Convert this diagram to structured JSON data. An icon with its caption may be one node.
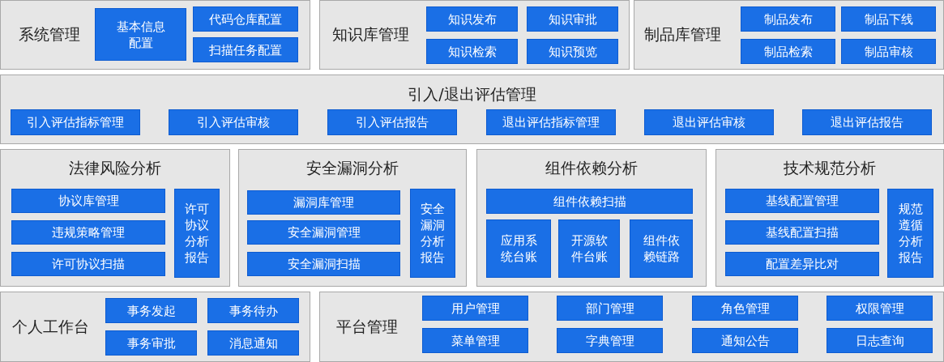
{
  "diagram": {
    "nodes": [
      {
        "text": [
          "系统管理"
        ]
      },
      {
        "text": [
          "基本信息配置"
        ],
        "in": 0
      },
      {
        "text": [
          "代码仓库配置"
        ],
        "in": 0
      },
      {
        "text": [
          "扫描任务配置"
        ],
        "in": 0
      },
      {
        "text": [
          "知识库管理"
        ]
      },
      {
        "text": [
          "知识发布"
        ],
        "in": 4
      },
      {
        "text": [
          "知识审批"
        ],
        "in": 4
      },
      {
        "text": [
          "知识检索"
        ],
        "in": 4
      },
      {
        "text": [
          "知识预览"
        ],
        "in": 4
      },
      {
        "text": [
          "制品库管理"
        ]
      },
      {
        "text": [
          "制品发布"
        ],
        "in": 9
      },
      {
        "text": [
          "制品下线"
        ],
        "in": 9
      },
      {
        "text": [
          "制品检索"
        ],
        "in": 9
      },
      {
        "text": [
          "制品审核"
        ],
        "in": 9
      },
      {
        "text": [
          "引入/退出评估管理"
        ]
      },
      {
        "text": [
          "引入评估指标管理"
        ],
        "in": 14
      },
      {
        "text": [
          "引入评估审核"
        ],
        "in": 14
      },
      {
        "text": [
          "引入评估报告"
        ],
        "in": 14
      },
      {
        "text": [
          "退出评估指标管理"
        ],
        "in": 14
      },
      {
        "text": [
          "退出评估审核"
        ],
        "in": 14
      },
      {
        "text": [
          "退出评估报告"
        ],
        "in": 14
      },
      {
        "text": [
          "法律风险分析"
        ]
      },
      {
        "text": [
          "协议库管理"
        ],
        "in": 21
      },
      {
        "text": [
          "违规策略管理"
        ],
        "in": 21
      },
      {
        "text": [
          "许可协议扫描"
        ],
        "in": 21
      },
      {
        "text": [
          "许可协议分析报告"
        ],
        "in": 21
      },
      {
        "text": [
          "安全漏洞分析"
        ]
      },
      {
        "text": [
          "漏洞库管理"
        ],
        "in": 26
      },
      {
        "text": [
          "安全漏洞管理"
        ],
        "in": 26
      },
      {
        "text": [
          "安全漏洞扫描"
        ],
        "in": 26
      },
      {
        "text": [
          "安全漏洞分析报告"
        ],
        "in": 26
      },
      {
        "text": [
          "组件依赖分析"
        ]
      },
      {
        "text": [
          "组件依赖扫描"
        ],
        "in": 31
      },
      {
        "text": [
          "应用系统台账"
        ],
        "in": 31
      },
      {
        "text": [
          "开源软件台账"
        ],
        "in": 31
      },
      {
        "text": [
          "组件依赖链路"
        ],
        "in": 31
      },
      {
        "text": [
          "技术规范分析"
        ]
      },
      {
        "text": [
          "基线配置管理"
        ],
        "in": 36
      },
      {
        "text": [
          "基线配置扫描"
        ],
        "in": 36
      },
      {
        "text": [
          "配置差异比对"
        ],
        "in": 36
      },
      {
        "text": [
          "规范遵循分析报告"
        ],
        "in": 36
      },
      {
        "text": [
          "个人工作台"
        ]
      },
      {
        "text": [
          "事务发起"
        ],
        "in": 41
      },
      {
        "text": [
          "事务待办"
        ],
        "in": 41
      },
      {
        "text": [
          "事务审批"
        ],
        "in": 41
      },
      {
        "text": [
          "消息通知"
        ],
        "in": 41
      },
      {
        "text": [
          "平台管理"
        ]
      },
      {
        "text": [
          "用户管理"
        ],
        "in": 46
      },
      {
        "text": [
          "部门管理"
        ],
        "in": 46
      },
      {
        "text": [
          "角色管理"
        ],
        "in": 46
      },
      {
        "text": [
          "权限管理"
        ],
        "in": 46
      },
      {
        "text": [
          "菜单管理"
        ],
        "in": 46
      },
      {
        "text": [
          "字典管理"
        ],
        "in": 46
      },
      {
        "text": [
          "通知公告"
        ],
        "in": 46
      },
      {
        "text": [
          "日志查询"
        ],
        "in": 46
      }
    ]
  }
}
